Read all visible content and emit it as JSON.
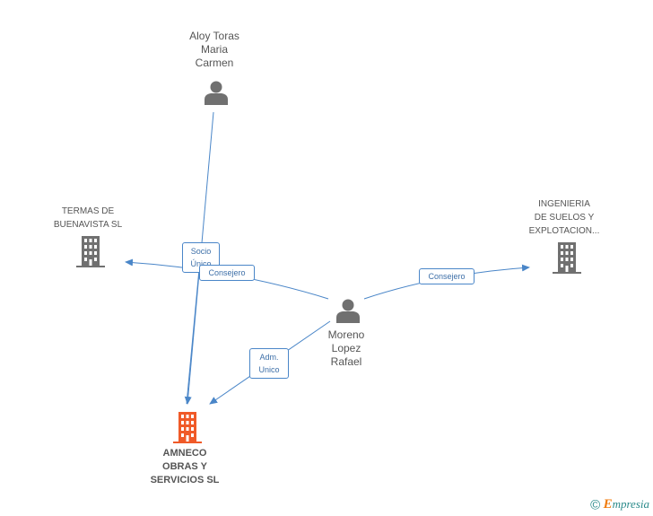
{
  "nodes": {
    "aloy": {
      "lines": [
        "Aloy Toras",
        "Maria",
        "Carmen"
      ],
      "icon": "person-icon"
    },
    "moreno": {
      "lines": [
        "Moreno",
        "Lopez",
        "Rafael"
      ],
      "icon": "person-icon"
    },
    "termas": {
      "lines": [
        "TERMAS DE",
        "BUENAVISTA SL"
      ],
      "icon": "building-icon"
    },
    "ingenieria": {
      "lines": [
        "INGENIERIA",
        "DE SUELOS Y",
        "EXPLOTACION..."
      ],
      "icon": "building-icon"
    },
    "amneco": {
      "lines": [
        "AMNECO",
        "OBRAS Y",
        "SERVICIOS SL"
      ],
      "icon": "building-icon"
    }
  },
  "edges": {
    "socio_unico": [
      "Socio",
      "Único"
    ],
    "consejero_termas": [
      "Consejero"
    ],
    "consejero_ingenieria": [
      "Consejero"
    ],
    "adm_unico": [
      "Adm.",
      "Unico"
    ]
  },
  "colors": {
    "edge": "#4a86c8",
    "person": "#707070",
    "building": "#707070",
    "main_building": "#f05a28"
  },
  "footer": {
    "copyright": "©",
    "brand_initial": "E",
    "brand_rest": "mpresia"
  }
}
